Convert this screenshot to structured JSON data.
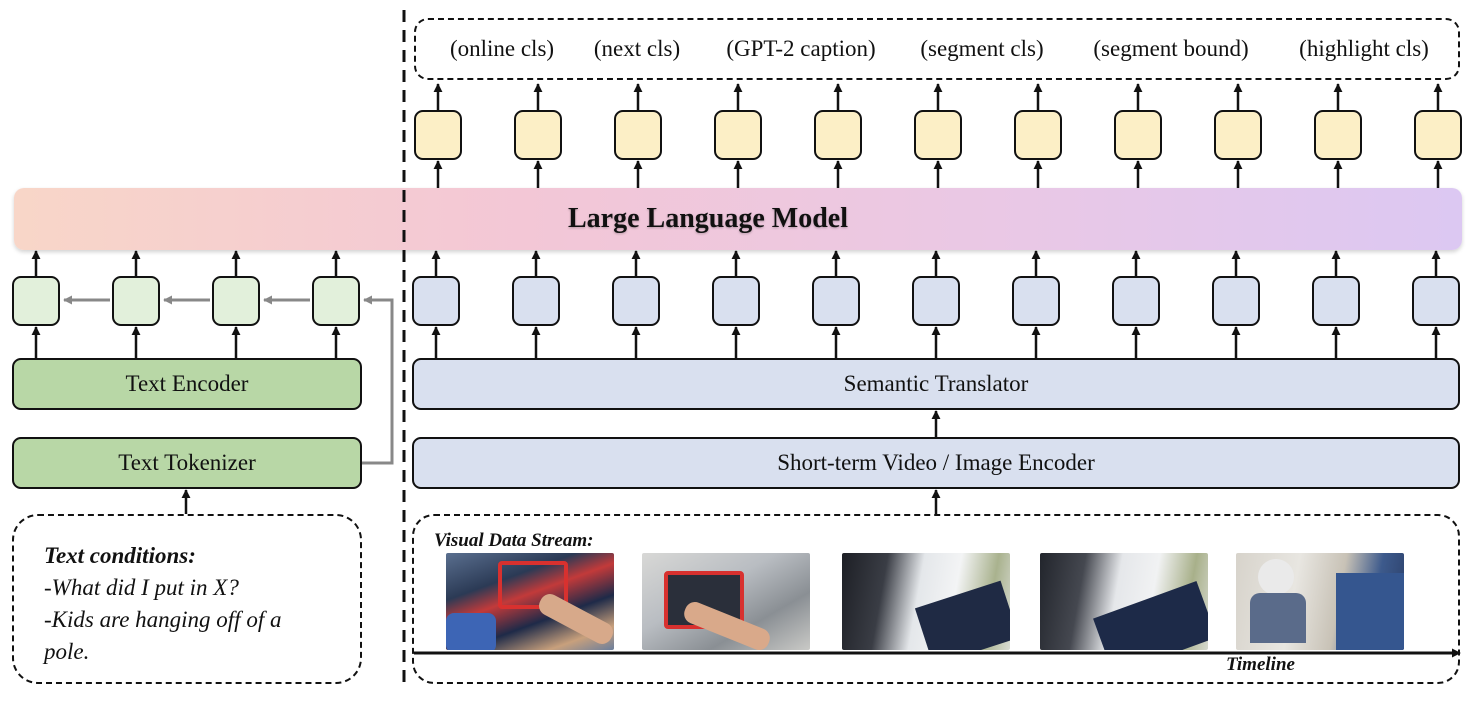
{
  "output_labels": [
    "(online cls)",
    "(next cls)",
    "(GPT-2 caption)",
    "(segment cls)",
    "(segment bound)",
    "(highlight cls)"
  ],
  "llm": {
    "title": "Large Language Model"
  },
  "text_encoder": {
    "label": "Text Encoder"
  },
  "text_tokenizer": {
    "label": "Text Tokenizer"
  },
  "semantic_translator": {
    "label": "Semantic Translator"
  },
  "video_encoder": {
    "label": "Short-term Video /  Image Encoder"
  },
  "text_conditions": {
    "heading": "Text conditions:",
    "line1": "-What did I put in X?",
    "line2": "-Kids are hanging off of a",
    "line3": "pole."
  },
  "visual_stream": {
    "heading": "Visual Data Stream:",
    "timeline": "Timeline"
  },
  "colors": {
    "output_token": "#fcefc6",
    "visual_token": "#d9e0ef",
    "text_token": "#e2f0db",
    "text_block": "#b8d7a6",
    "visual_block": "#d9e0ef"
  }
}
